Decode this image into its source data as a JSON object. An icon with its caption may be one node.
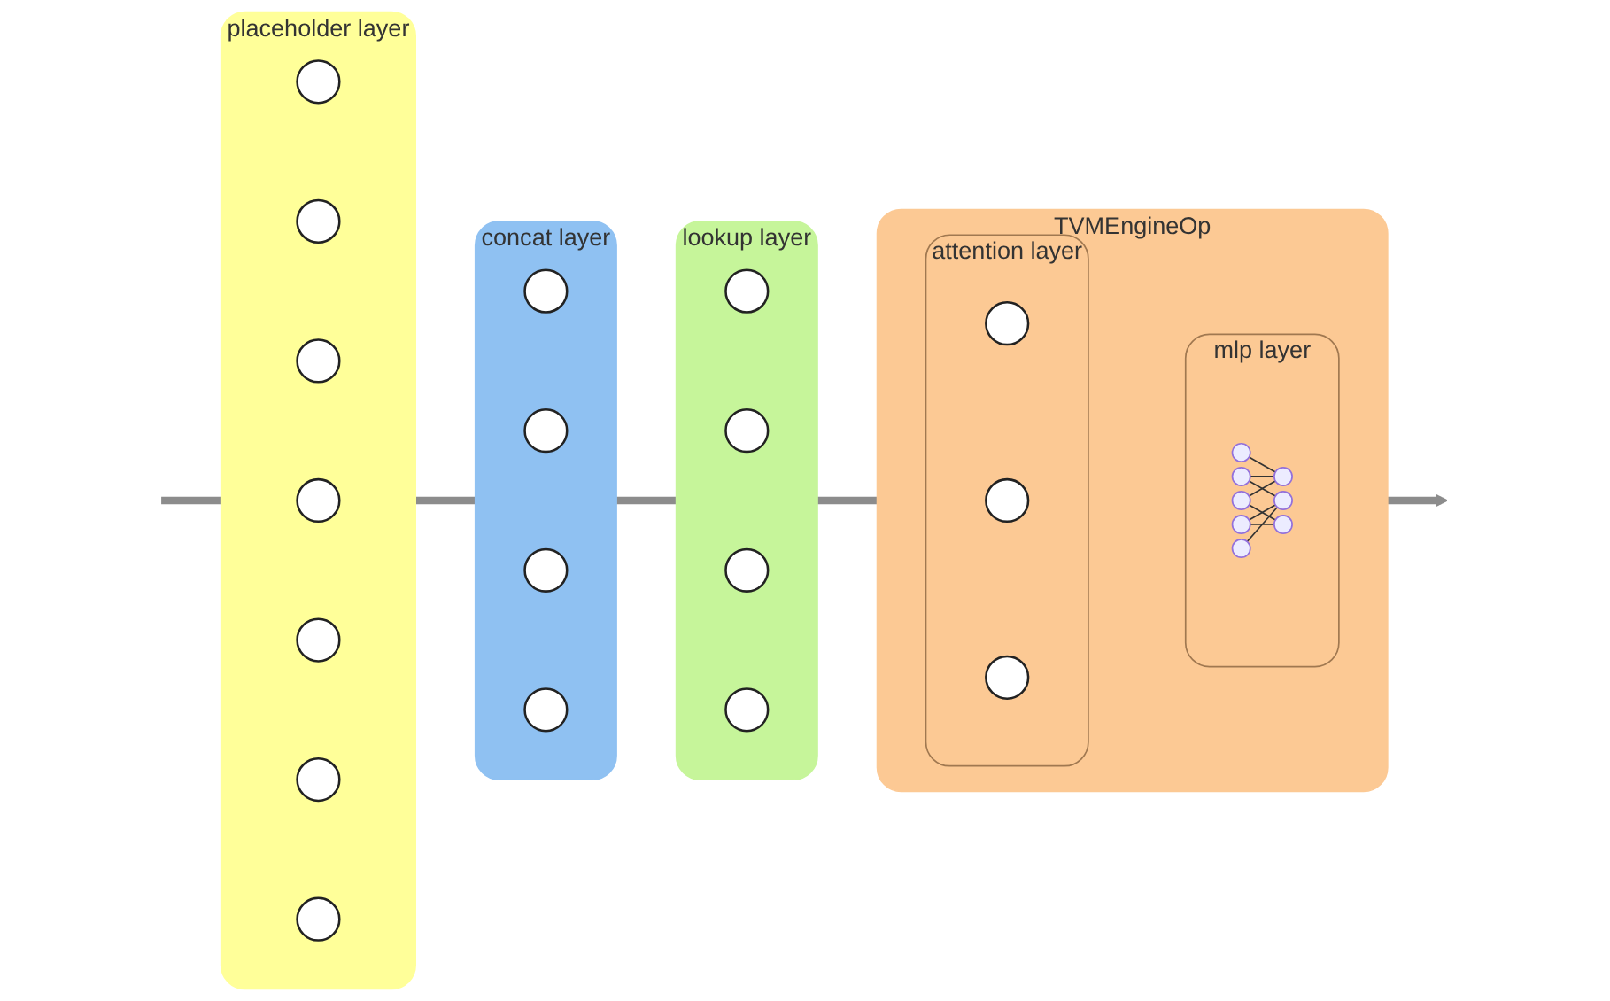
{
  "diagram": {
    "nodes": [
      {
        "text": [
          "placeholder layer"
        ]
      },
      {
        "text": [],
        "shape": "circle",
        "in": 0
      },
      {
        "text": [],
        "shape": "circle",
        "in": 0
      },
      {
        "text": [],
        "shape": "circle",
        "in": 0
      },
      {
        "text": [],
        "shape": "circle",
        "in": 0
      },
      {
        "text": [],
        "shape": "circle",
        "in": 0
      },
      {
        "text": [],
        "shape": "circle",
        "in": 0
      },
      {
        "text": [],
        "shape": "circle",
        "in": 0
      },
      {
        "text": [
          "concat layer"
        ]
      },
      {
        "text": [],
        "shape": "circle",
        "in": 8
      },
      {
        "text": [],
        "shape": "circle",
        "in": 8
      },
      {
        "text": [],
        "shape": "circle",
        "in": 8
      },
      {
        "text": [],
        "shape": "circle",
        "in": 8
      },
      {
        "text": [
          "lookup layer"
        ]
      },
      {
        "text": [],
        "shape": "circle",
        "in": 13
      },
      {
        "text": [],
        "shape": "circle",
        "in": 13
      },
      {
        "text": [],
        "shape": "circle",
        "in": 13
      },
      {
        "text": [],
        "shape": "circle",
        "in": 13
      },
      {
        "text": [
          "TVMEngineOp"
        ]
      },
      {
        "text": [
          "attention layer"
        ],
        "in": 18
      },
      {
        "text": [],
        "shape": "circle",
        "in": 19
      },
      {
        "text": [],
        "shape": "circle",
        "in": 19
      },
      {
        "text": [],
        "shape": "circle",
        "in": 19
      },
      {
        "text": [
          "mlp layer"
        ],
        "in": 18
      },
      {
        "text": [],
        "shape": "picture",
        "in": 23
      }
    ],
    "edges": [
      {
        "from": null,
        "to": 0,
        "arrow": "none"
      },
      {
        "from": 0,
        "to": 8,
        "arrow": "none"
      },
      {
        "from": 8,
        "to": 13,
        "arrow": "none"
      },
      {
        "from": 13,
        "to": 18,
        "arrow": "none"
      },
      {
        "from": 18,
        "to": null,
        "arrow": "to"
      }
    ]
  }
}
